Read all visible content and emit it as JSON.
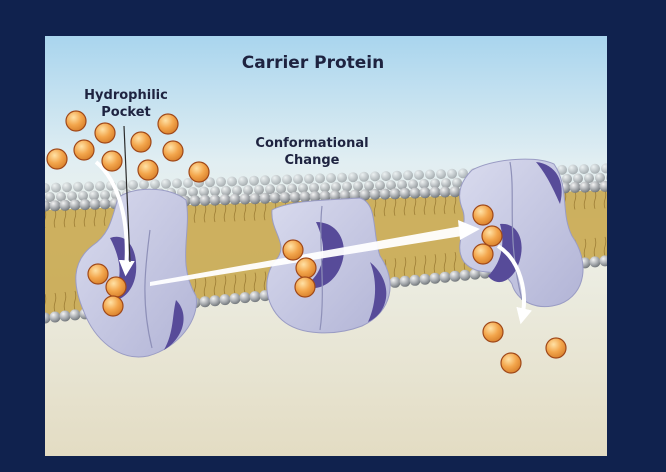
{
  "diagram": {
    "title": "Carrier Protein",
    "labels": {
      "pocket_line1": "Hydrophilic",
      "pocket_line2": "Pocket",
      "change_line1": "Conformational",
      "change_line2": "Change"
    }
  },
  "colors": {
    "frame": "#10224e",
    "sky_top": "#a9d5ee",
    "ground": "#e6dfc8",
    "lipid_head": "#9aa0a6",
    "lipid_tail": "#c9a850",
    "protein_fill": "#c8c9e4",
    "protein_dark": "#574b99",
    "molecule": "#f1a24a",
    "molecule_edge": "#a0491a",
    "arrow": "#ffffff"
  }
}
